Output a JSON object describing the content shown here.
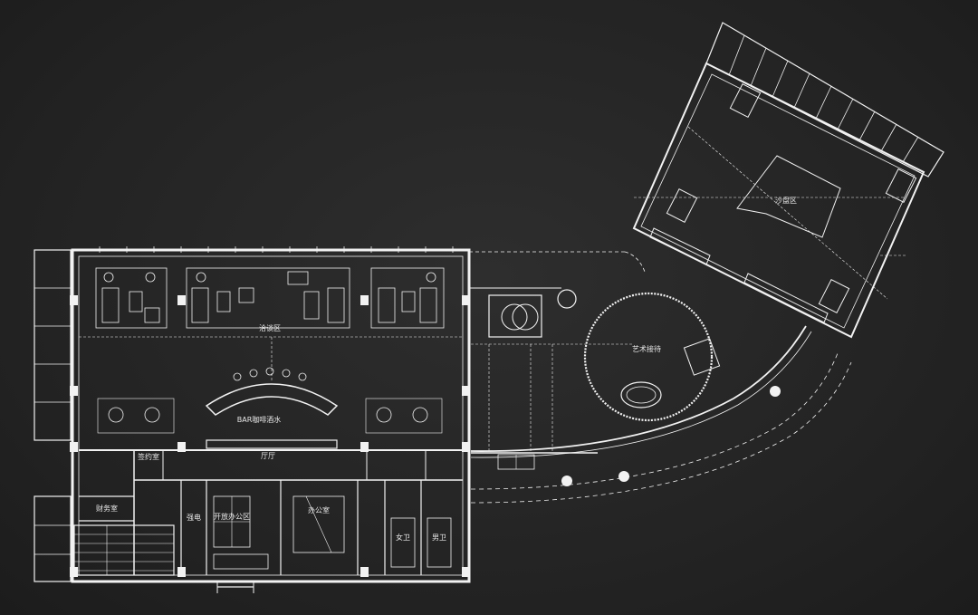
{
  "rooms": [
    {
      "id": "negotiation_zh",
      "text": "洽谈区"
    },
    {
      "id": "bar_zh",
      "text": "BAR咖啡酒水"
    },
    {
      "id": "lobby_zh",
      "text": "厅厅"
    },
    {
      "id": "contract_zh",
      "text": "签约室"
    },
    {
      "id": "finance_zh",
      "text": "财务室"
    },
    {
      "id": "elevator_zh",
      "text": "强电"
    },
    {
      "id": "openoffice_zh",
      "text": "开放办公区"
    },
    {
      "id": "office_zh",
      "text": "办公室"
    },
    {
      "id": "women_zh",
      "text": "女卫"
    },
    {
      "id": "men_zh",
      "text": "男卫"
    },
    {
      "id": "art_zh",
      "text": "艺术接待"
    },
    {
      "id": "sand_zh",
      "text": "沙盘区"
    }
  ],
  "colors": {
    "background": "#262626",
    "lines": "#f2f2f2"
  }
}
